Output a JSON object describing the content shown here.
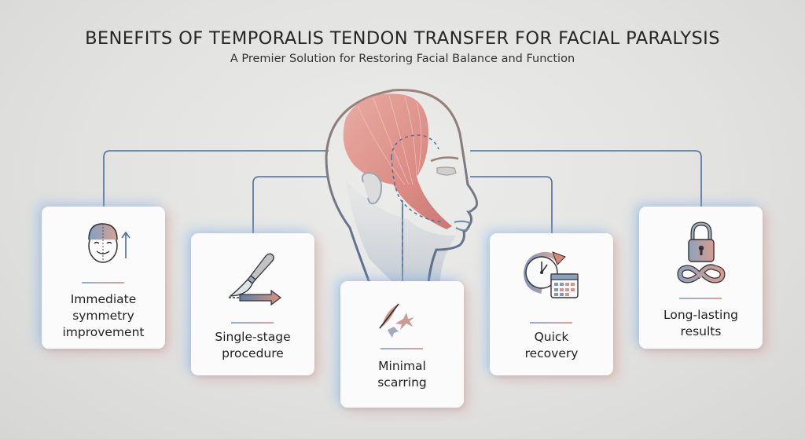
{
  "header": {
    "title": "BENEFITS OF TEMPORALIS TENDON TRANSFER FOR FACIAL PARALYSIS",
    "subtitle": "A Premier Solution for Restoring Facial Balance and Function"
  },
  "center_illustration": {
    "icon": "head-profile-temporalis-muscle-icon",
    "description": "Side profile head showing temporalis muscle with dashed transfer path to mouth corner"
  },
  "colors": {
    "connector_line": "#4a6e9c",
    "accent_blue": "#8fb1d6",
    "accent_salmon": "#d9a196",
    "muscle": "#d9847a",
    "card_bg": "#fbfbfb"
  },
  "benefits": [
    {
      "icon": "symmetric-face-up-arrow-icon",
      "line1": "Immediate",
      "line2": "symmetry",
      "line3": "improvement"
    },
    {
      "icon": "scalpel-arrow-icon",
      "line1": "Single-stage",
      "line2": "procedure",
      "line3": ""
    },
    {
      "icon": "incision-scar-icon",
      "line1": "Minimal",
      "line2": "scarring",
      "line3": ""
    },
    {
      "icon": "clock-calendar-icon",
      "line1": "Quick",
      "line2": "recovery",
      "line3": ""
    },
    {
      "icon": "lock-infinity-icon",
      "line1": "Long-lasting",
      "line2": "results",
      "line3": ""
    }
  ]
}
